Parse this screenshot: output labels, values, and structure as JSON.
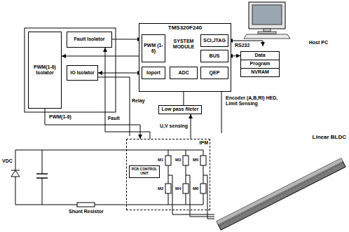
{
  "diagram": {
    "nodes": [
      {
        "text": [
          "Host PC"
        ]
      },
      {
        "text": [
          "PWM(1-6) Isolator"
        ]
      },
      {
        "text": [
          "Fault Isolator"
        ]
      },
      {
        "text": [
          "IO Isolator"
        ]
      },
      {
        "text": [
          "TMS320F240"
        ]
      },
      {
        "text": [
          "PWM (1-6)"
        ],
        "in": 4
      },
      {
        "text": [
          "SCI,JTAG"
        ],
        "in": 4
      },
      {
        "text": [
          "BUS"
        ],
        "in": 4
      },
      {
        "text": [
          "Ioport"
        ],
        "in": 4
      },
      {
        "text": [
          "ADC"
        ],
        "in": 4
      },
      {
        "text": [
          "QEP"
        ],
        "in": 4
      },
      {
        "text": [
          "Data"
        ]
      },
      {
        "text": [
          "Program"
        ]
      },
      {
        "text": [
          "NVRAM"
        ]
      },
      {
        "text": [
          "Low pass fileter"
        ]
      },
      {
        "text": [
          "IPM"
        ]
      },
      {
        "text": [
          "PCB CONTROL UNIT"
        ],
        "in": 15
      },
      {
        "text": [
          "Linear BLDC"
        ]
      }
    ],
    "edges": [
      {
        "from": 5,
        "to": 1,
        "arrow": "to"
      },
      {
        "from": 2,
        "to": 5,
        "arrow": "to"
      },
      {
        "from": 3,
        "to": 8,
        "arrow": "both"
      },
      {
        "from": 6,
        "to": 0,
        "label": "RS232",
        "arrow": "both"
      },
      {
        "from": 7,
        "to": 11,
        "arrow": "both"
      },
      {
        "from": 14,
        "to": 9,
        "arrow": "to"
      },
      {
        "from": 15,
        "to": 14,
        "arrow": "to"
      },
      {
        "from": 1,
        "to": 15,
        "arrow": "to"
      },
      {
        "from": 15,
        "to": 2,
        "arrow": "to"
      },
      {
        "from": 17,
        "to": 10,
        "arrow": "to"
      }
    ],
    "labels": [
      "SYSTEM MODULE",
      "PWM(1-6)",
      "Relay",
      "Fault",
      "U,V sensing",
      "Encoder (A,B,RI) HED, Limit Sensing",
      "VDC",
      "Shunt Resistor",
      "M1",
      "M2",
      "M3",
      "M4",
      "M5",
      "M6"
    ]
  }
}
